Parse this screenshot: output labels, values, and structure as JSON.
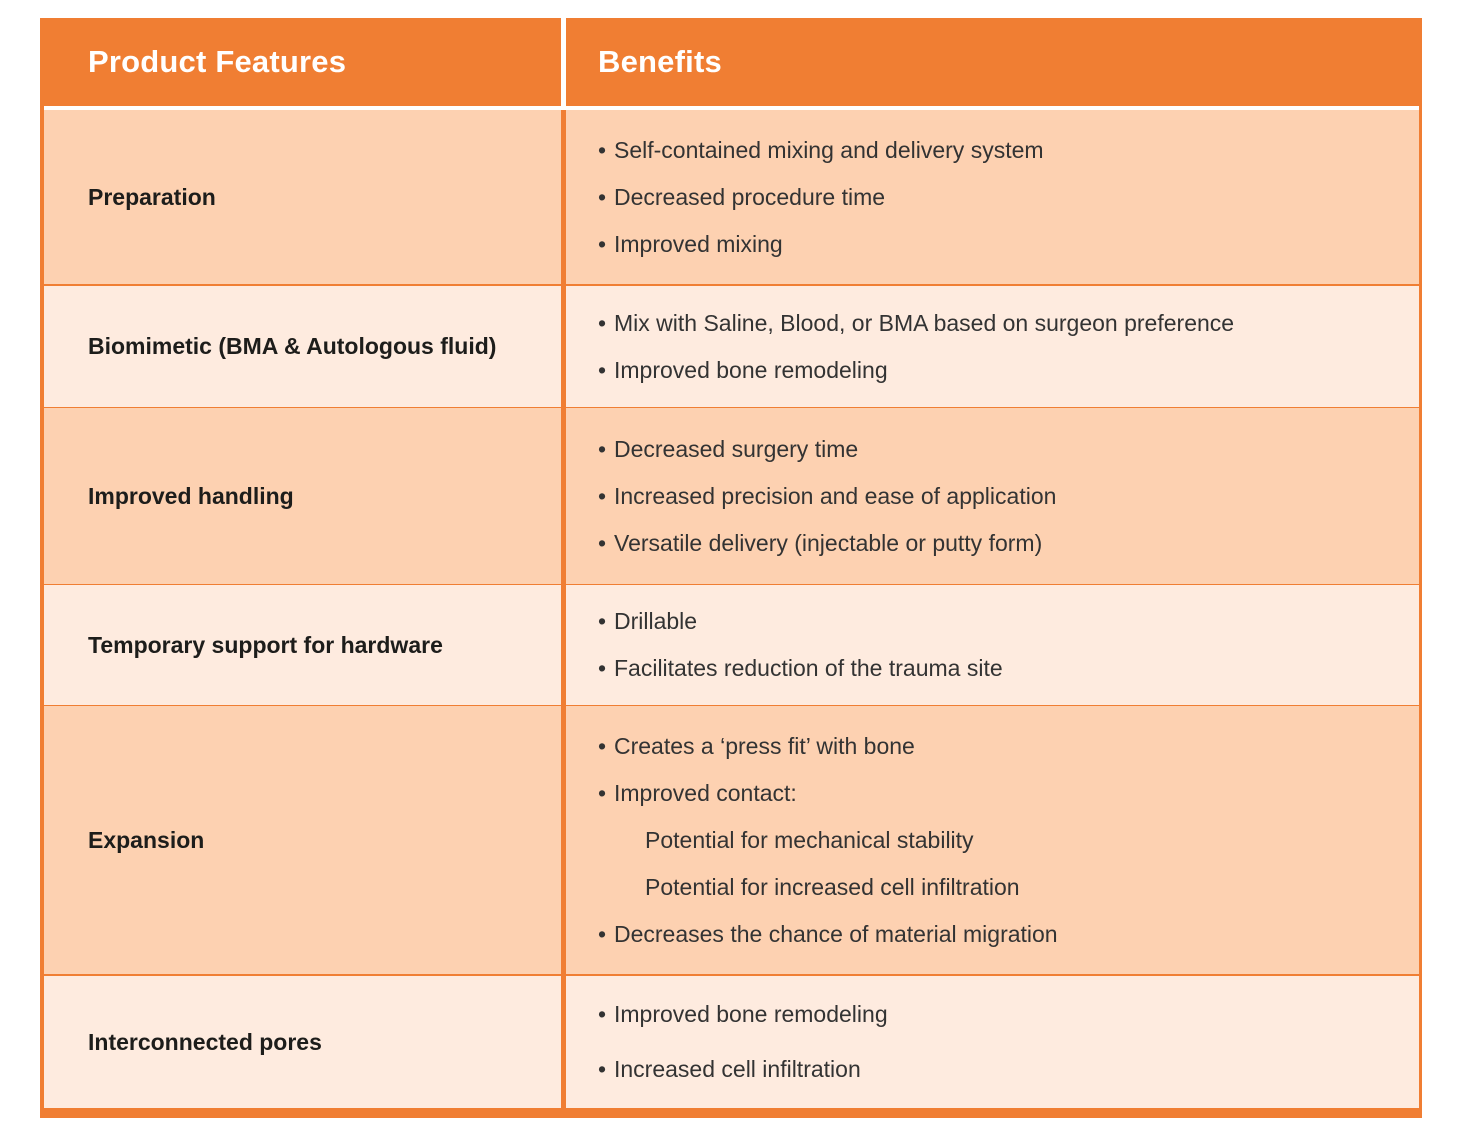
{
  "header": {
    "feature_label": "Product Features",
    "benefit_label": "Benefits"
  },
  "rows": [
    {
      "feature": "Preparation",
      "benefits": [
        {
          "text": "Self-contained mixing and delivery system",
          "bullet": true
        },
        {
          "text": "Decreased procedure time",
          "bullet": true
        },
        {
          "text": "Improved mixing",
          "bullet": true
        }
      ]
    },
    {
      "feature": "Biomimetic (BMA & Autologous fluid)",
      "benefits": [
        {
          "text": "Mix with Saline, Blood, or BMA based on surgeon preference",
          "bullet": true
        },
        {
          "text": "Improved bone remodeling",
          "bullet": true
        }
      ]
    },
    {
      "feature": "Improved handling",
      "benefits": [
        {
          "text": "Decreased surgery time",
          "bullet": true
        },
        {
          "text": "Increased precision and ease of application",
          "bullet": true
        },
        {
          "text": "Versatile delivery (injectable or putty form)",
          "bullet": true
        }
      ]
    },
    {
      "feature": "Temporary support for hardware",
      "benefits": [
        {
          "text": "Drillable",
          "bullet": true
        },
        {
          "text": "Facilitates reduction of the trauma site",
          "bullet": true
        }
      ]
    },
    {
      "feature": "Expansion",
      "benefits": [
        {
          "text": "Creates a ‘press fit’ with bone",
          "bullet": true
        },
        {
          "text": "Improved contact:",
          "bullet": true
        },
        {
          "text": "Potential for mechanical stability",
          "bullet": false
        },
        {
          "text": "Potential for increased cell infiltration",
          "bullet": false
        },
        {
          "text": "Decreases the chance of material migration",
          "bullet": true
        }
      ]
    },
    {
      "feature": "Interconnected pores",
      "benefits": [
        {
          "text": "Improved bone remodeling",
          "bullet": true
        },
        {
          "text": "Increased cell infiltration",
          "bullet": true
        }
      ]
    }
  ],
  "colors": {
    "accent_orange": "#f07e33",
    "row_dark": "#fdd1b1",
    "row_light": "#feebdf"
  },
  "bullet_glyph": "•"
}
